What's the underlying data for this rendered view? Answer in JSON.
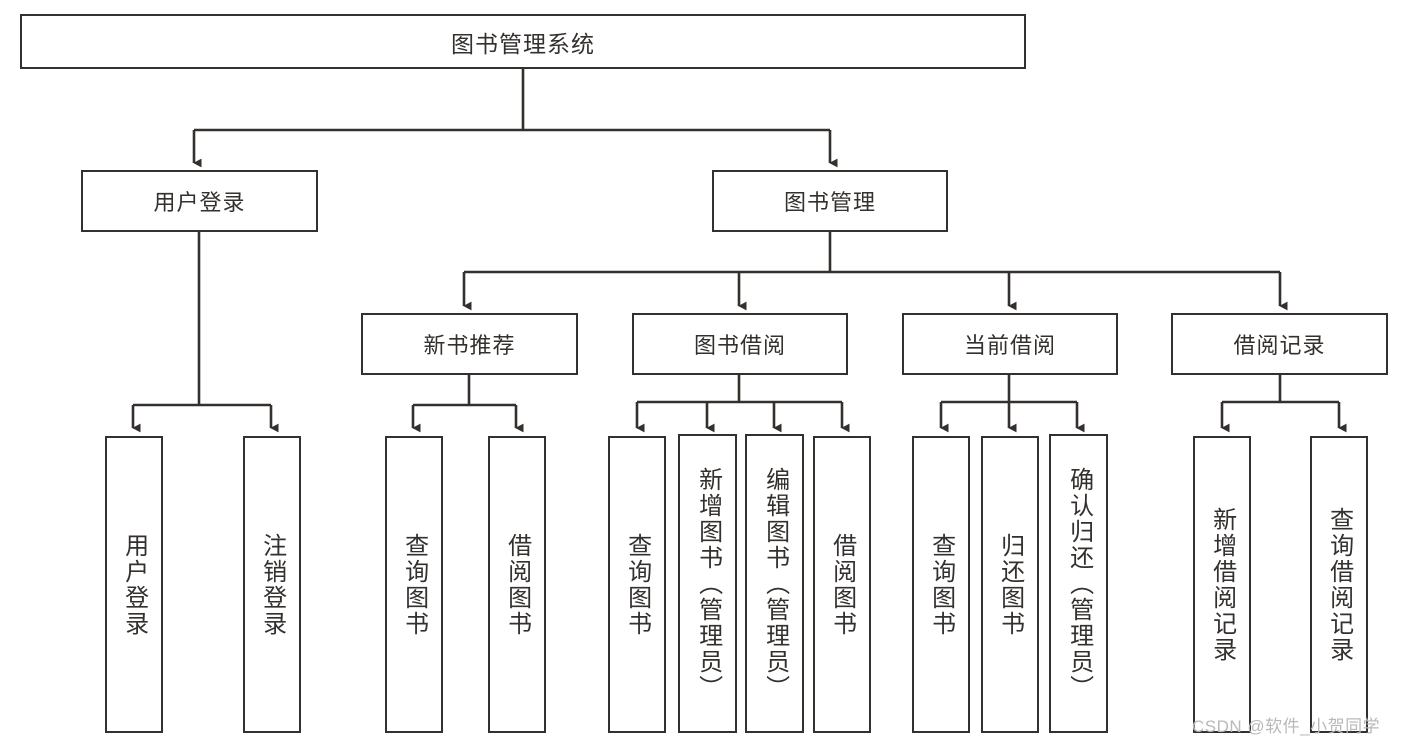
{
  "diagram": {
    "title": "图书管理系统",
    "type": "tree-hierarchy",
    "watermark": "CSDN @软件_小贺同学",
    "colors": {
      "box_border": "#33302e",
      "box_fill": "#ffffff",
      "connector": "#33302e",
      "text": "#33302e",
      "watermark": "#b9b9b9",
      "background": "#ffffff"
    },
    "root": {
      "label": "图书管理系统"
    },
    "level2": [
      {
        "id": "user-login",
        "label": "用户登录"
      },
      {
        "id": "book-manage",
        "label": "图书管理"
      }
    ],
    "level3": [
      {
        "id": "new-book-recommend",
        "label": "新书推荐"
      },
      {
        "id": "book-borrow",
        "label": "图书借阅"
      },
      {
        "id": "current-borrow",
        "label": "当前借阅"
      },
      {
        "id": "borrow-record",
        "label": "借阅记录"
      }
    ],
    "leaves": {
      "user-login": [
        {
          "id": "leaf-user-login",
          "label": "用户登录"
        },
        {
          "id": "leaf-logout",
          "label": "注销登录"
        }
      ],
      "new-book-recommend": [
        {
          "id": "leaf-query-book-1",
          "label": "查询图书"
        },
        {
          "id": "leaf-borrow-book-1",
          "label": "借阅图书"
        }
      ],
      "book-borrow": [
        {
          "id": "leaf-query-book-2",
          "label": "查询图书"
        },
        {
          "id": "leaf-add-book",
          "label": "新增图书（管理员）"
        },
        {
          "id": "leaf-edit-book",
          "label": "编辑图书（管理员）"
        },
        {
          "id": "leaf-borrow-book-2",
          "label": "借阅图书"
        }
      ],
      "current-borrow": [
        {
          "id": "leaf-query-book-3",
          "label": "查询图书"
        },
        {
          "id": "leaf-return-book",
          "label": "归还图书"
        },
        {
          "id": "leaf-confirm-return",
          "label": "确认归还（管理员）"
        }
      ],
      "borrow-record": [
        {
          "id": "leaf-add-record",
          "label": "新增借阅记录"
        },
        {
          "id": "leaf-query-record",
          "label": "查询借阅记录"
        }
      ]
    }
  }
}
